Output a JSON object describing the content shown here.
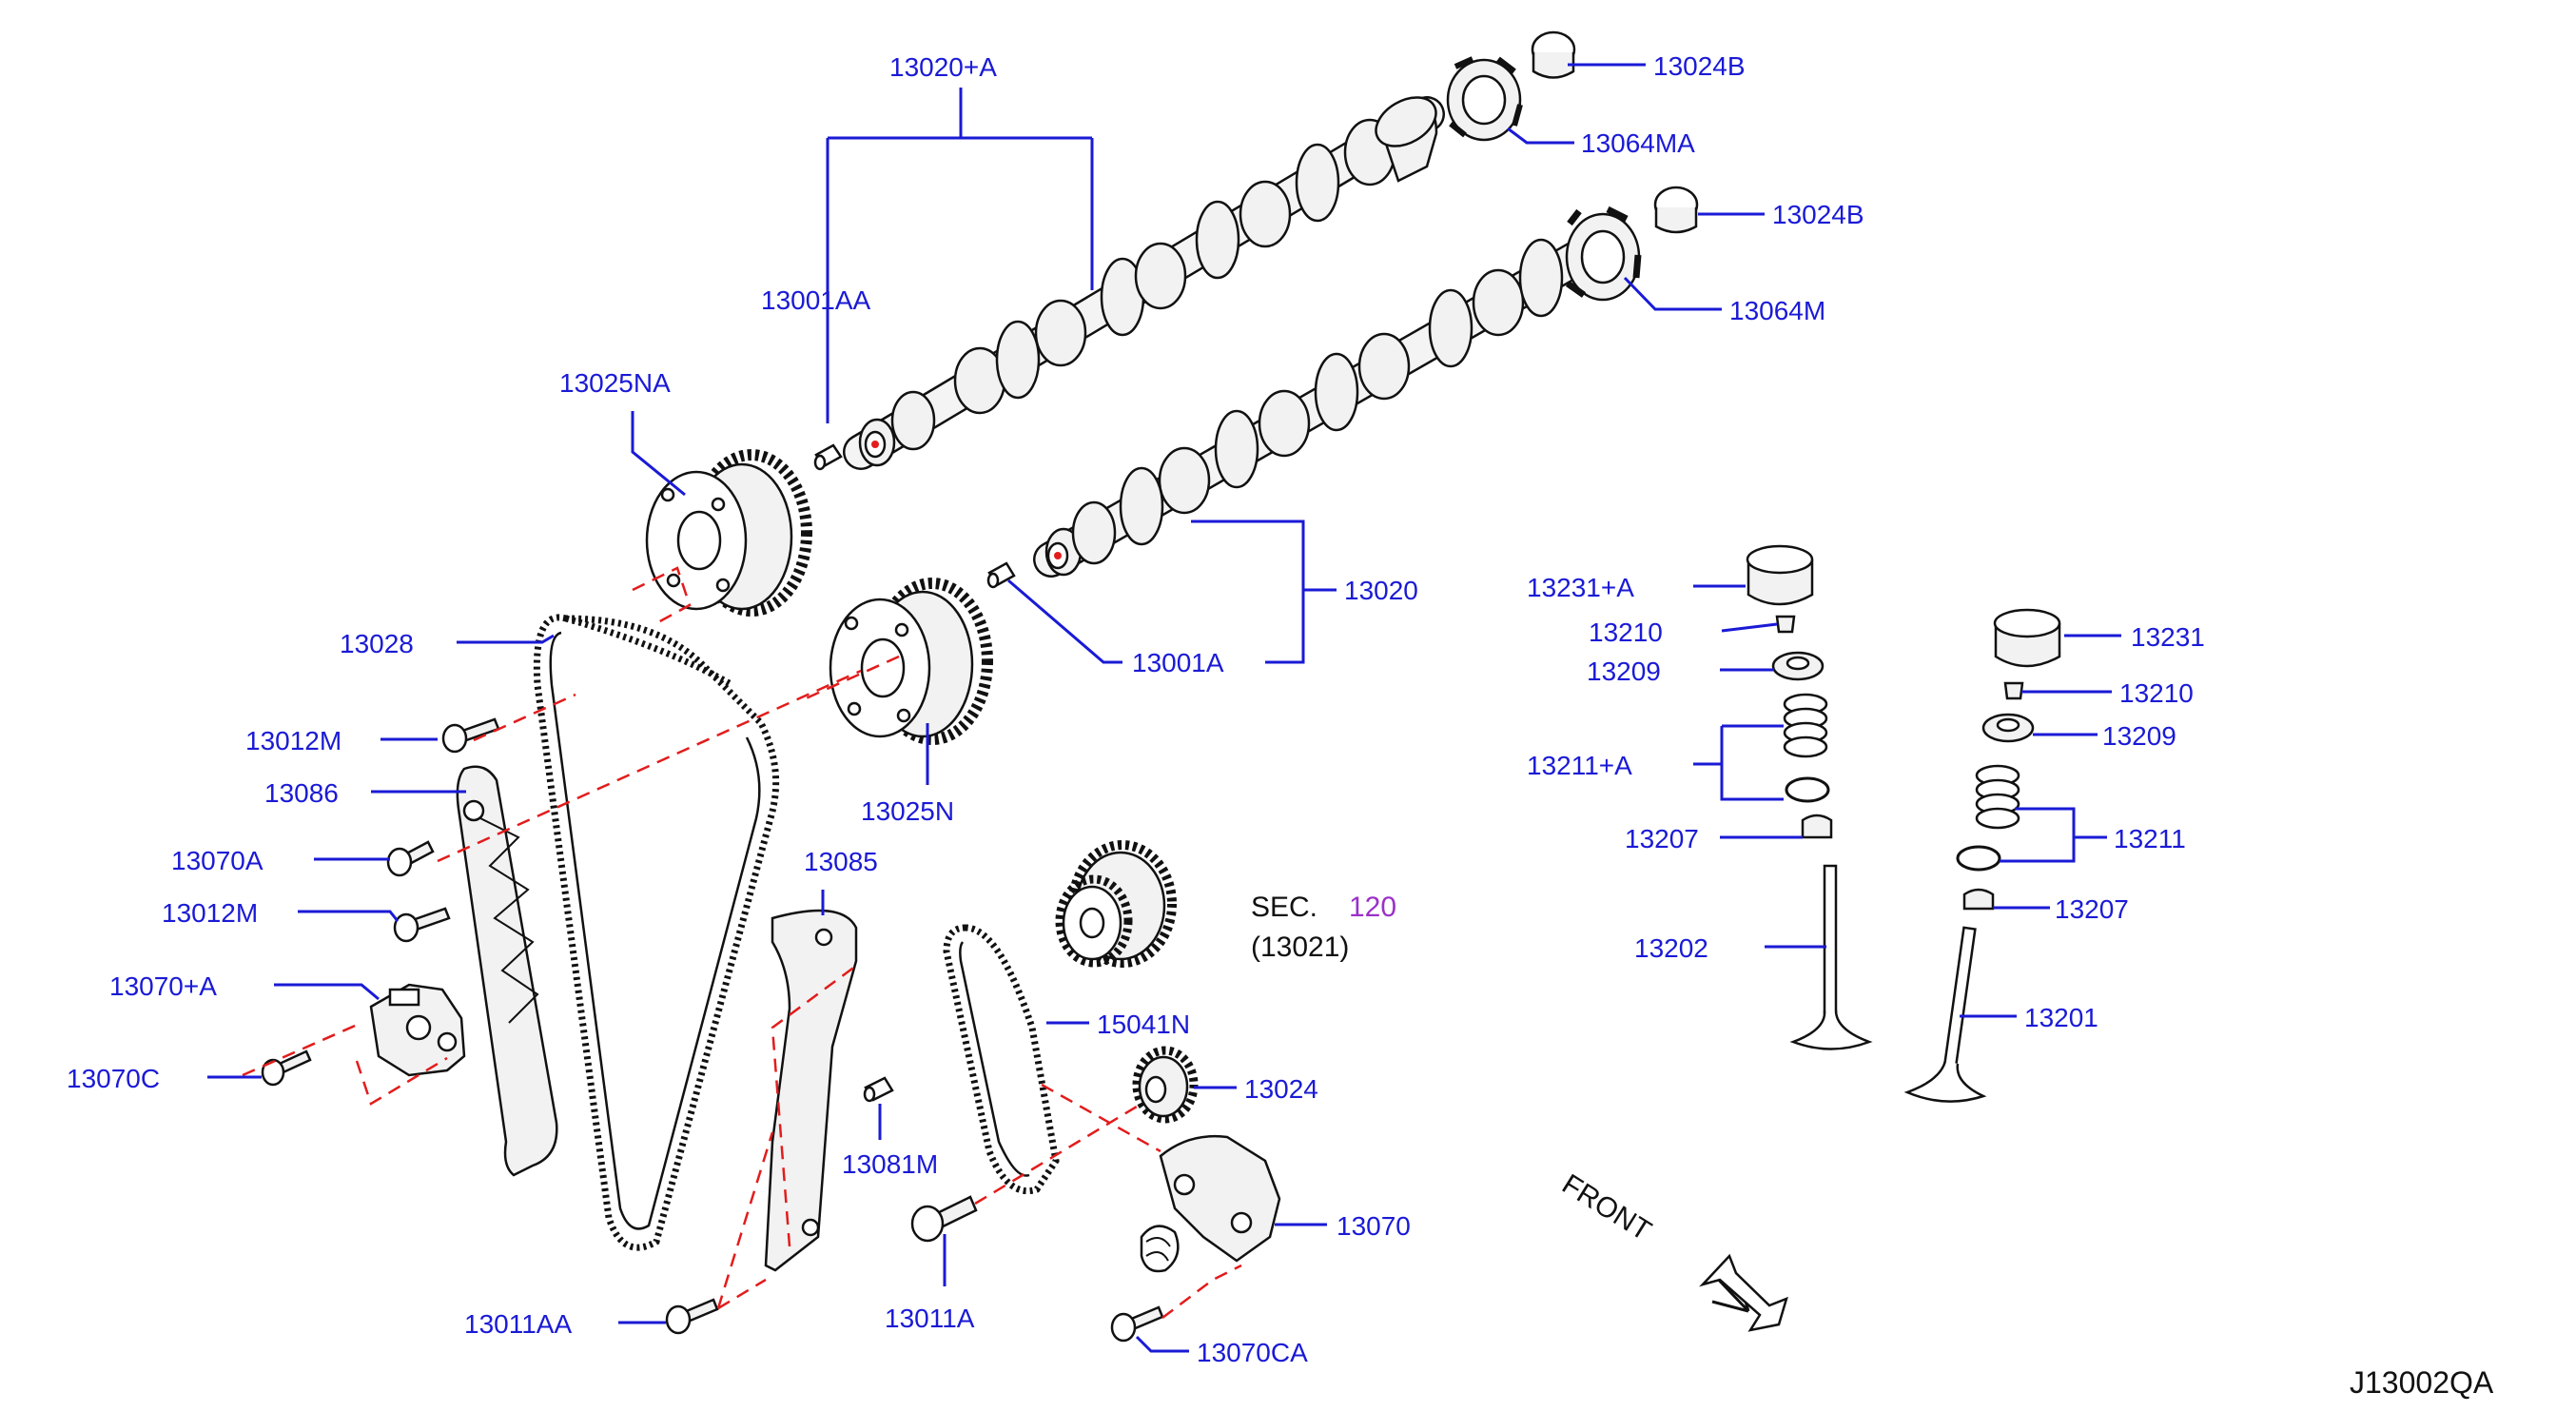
{
  "diagram_id": "J13002QA",
  "front_label": "FRONT",
  "sec_ref": {
    "prefix": "SEC.",
    "number": "120",
    "sub": "(13021)"
  },
  "colors": {
    "label": "#1a1ad6",
    "dashed_line": "#e21c1c",
    "sec_number": "#9b30c8",
    "parts": "#111111"
  },
  "labels": {
    "p13020A": "13020+A",
    "p13024B_1": "13024B",
    "p13064MA": "13064MA",
    "p13024B_2": "13024B",
    "p13001AA": "13001AA",
    "p13064M": "13064M",
    "p13025NA": "13025NA",
    "p13020": "13020",
    "p13028": "13028",
    "p13001A": "13001A",
    "p13012M_1": "13012M",
    "p13086": "13086",
    "p13025N": "13025N",
    "p13070A": "13070A",
    "p13085": "13085",
    "p13012M_2": "13012M",
    "p13070pA": "13070+A",
    "p15041N": "15041N",
    "p13070C": "13070C",
    "p13024": "13024",
    "p13081M": "13081M",
    "p13070": "13070",
    "p13011AA": "13011AA",
    "p13011A": "13011A",
    "p13070CA": "13070CA",
    "p13231A": "13231+A",
    "p13210_1": "13210",
    "p13209_1": "13209",
    "p13211A": "13211+A",
    "p13207_1": "13207",
    "p13202": "13202",
    "p13231": "13231",
    "p13210_2": "13210",
    "p13209_2": "13209",
    "p13211": "13211",
    "p13207_2": "13207",
    "p13201": "13201"
  }
}
